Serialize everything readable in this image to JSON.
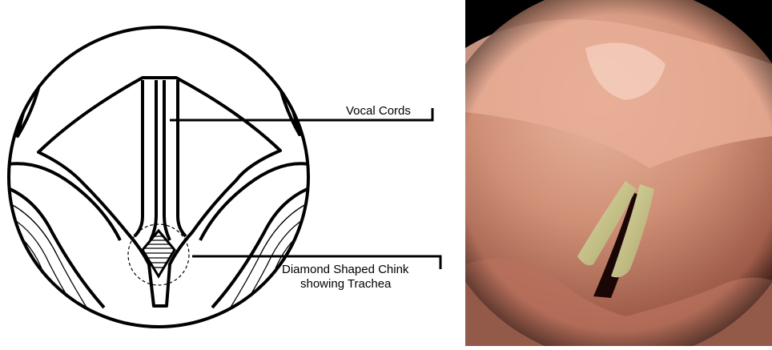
{
  "labels": {
    "vocal_cords": "Vocal Cords",
    "chink_line1": "Diamond Shaped Chink",
    "chink_line2": "showing Trachea"
  },
  "colors": {
    "line": "#000000",
    "photo_bg": "#000000",
    "tissue": "#c98a72",
    "tissue_light": "#e9b49c",
    "cords": "#c6c28a"
  }
}
